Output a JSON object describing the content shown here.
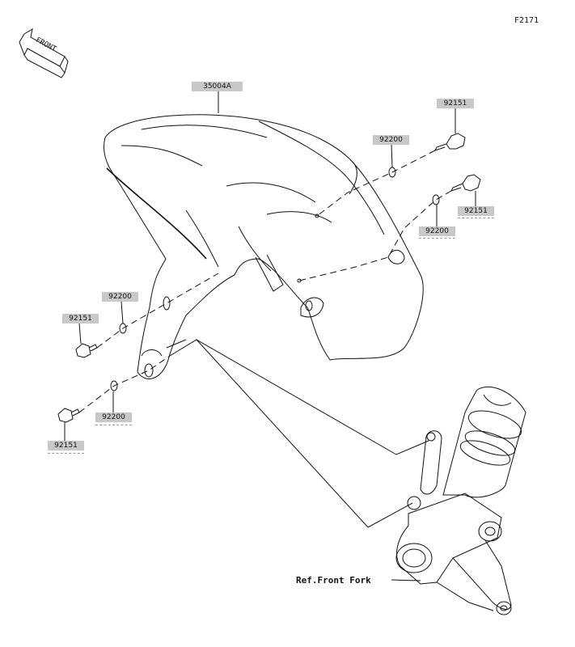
{
  "figure_code": "F2171",
  "direction_label": "FRONT",
  "reference_label": "Ref.Front Fork",
  "parts": {
    "fender": "35004A",
    "bolt_top": "92151",
    "washer_top": "92200",
    "bolt_right": "92151",
    "washer_right": "92200",
    "washer_left_upper": "92200",
    "bolt_left_upper": "92151",
    "washer_left_lower": "92200",
    "bolt_left_lower": "92151"
  }
}
